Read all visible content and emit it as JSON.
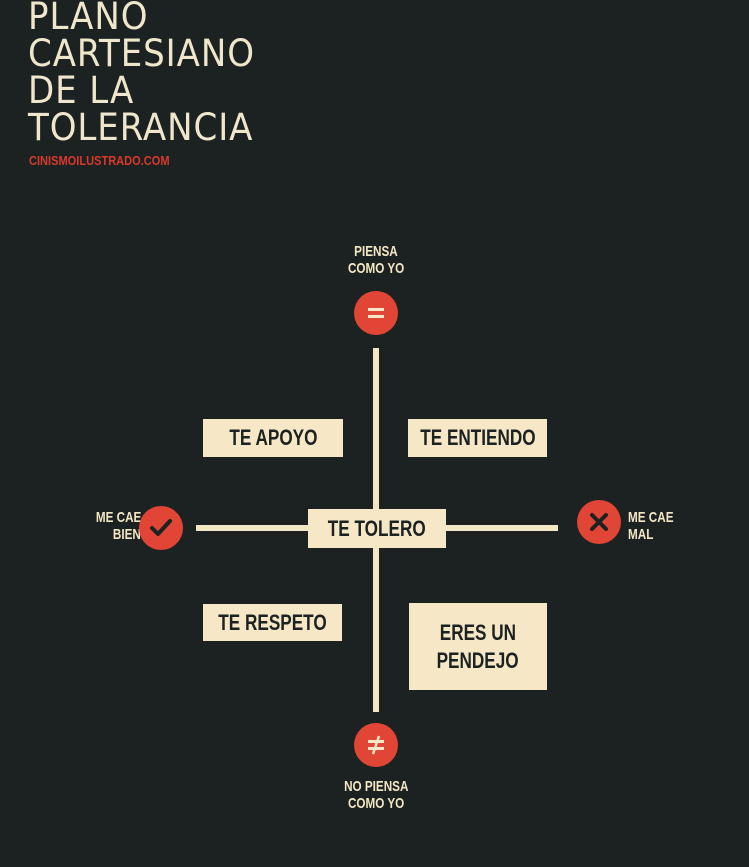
{
  "title_lines": [
    "PLANO",
    "CARTESIANO",
    "DE LA",
    "TOLERANCIA"
  ],
  "website": "CINISMOILUSTRADO.COM",
  "axes": {
    "top": {
      "label_lines": [
        "PIENSA",
        "COMO YO"
      ],
      "icon": "equals-icon",
      "symbol": "="
    },
    "bottom": {
      "label_lines": [
        "NO PIENSA",
        "COMO YO"
      ],
      "icon": "not-equal-icon",
      "symbol": "≠"
    },
    "left": {
      "label_lines": [
        "ME CAE",
        "BIEN"
      ],
      "icon": "check-icon"
    },
    "right": {
      "label_lines": [
        "ME CAE",
        "MAL"
      ],
      "icon": "x-icon"
    }
  },
  "quadrants": {
    "top_left": "TE APOYO",
    "top_right": "TE ENTIENDO",
    "center": "TE TOLERO",
    "bottom_left": "TE RESPETO",
    "bottom_right_lines": [
      "ERES UN",
      "PENDEJO"
    ]
  },
  "colors": {
    "background": "#1c2221",
    "cream": "#f6e8c6",
    "accent": "#e04535"
  }
}
